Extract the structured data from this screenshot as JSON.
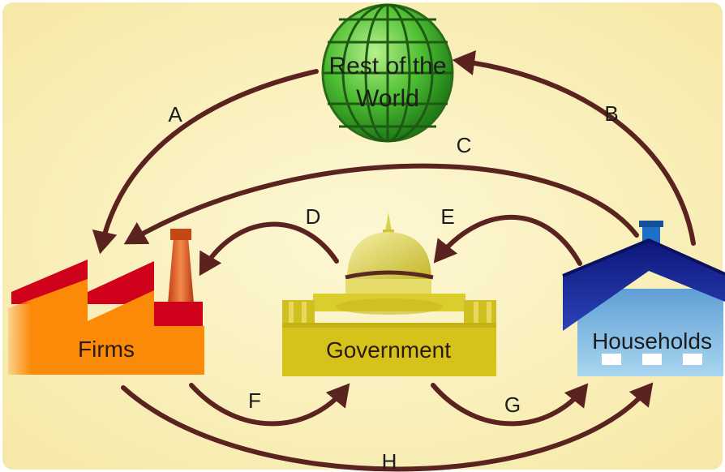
{
  "colors": {
    "background": "#fbf5c8",
    "arrow": "#5a2320",
    "globe": "#3fae2a",
    "factory_orange": "#fb8c0a",
    "factory_red": "#d0021b",
    "government": "#d8c219",
    "house_roof": "#16208a",
    "house_wall": "#77b7e0"
  },
  "nodes": {
    "world": {
      "label_line1": "Rest of the",
      "label_line2": "World",
      "icon": "globe-icon"
    },
    "firms": {
      "label": "Firms",
      "icon": "factory-icon"
    },
    "government": {
      "label": "Government",
      "icon": "capitol-building-icon"
    },
    "households": {
      "label": "Households",
      "icon": "house-icon"
    }
  },
  "flows": [
    {
      "label": "A",
      "from": "Rest of the World",
      "to": "Firms"
    },
    {
      "label": "B",
      "from": "Households",
      "to": "Rest of the World"
    },
    {
      "label": "C",
      "from": "Households",
      "to": "Firms"
    },
    {
      "label": "D",
      "from": "Government",
      "to": "Firms"
    },
    {
      "label": "E",
      "from": "Households",
      "to": "Government"
    },
    {
      "label": "F",
      "from": "Firms",
      "to": "Government"
    },
    {
      "label": "G",
      "from": "Government",
      "to": "Households"
    },
    {
      "label": "H",
      "from": "Firms",
      "to": "Households"
    }
  ]
}
